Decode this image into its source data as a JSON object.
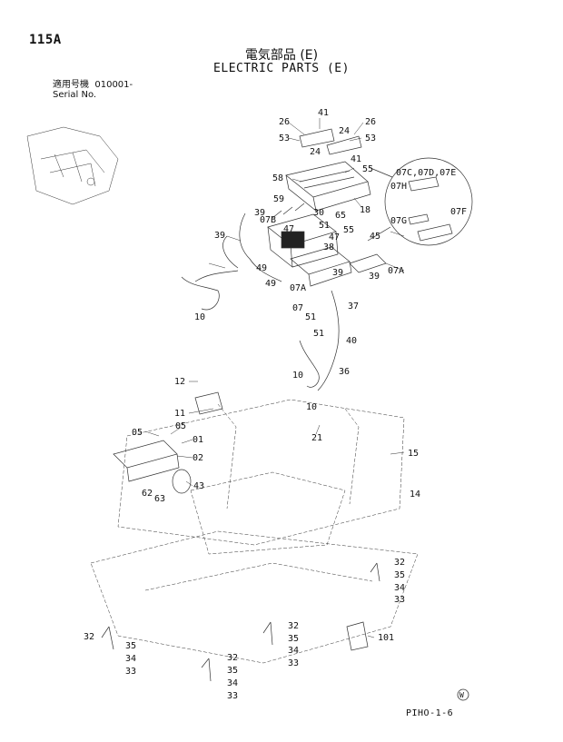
{
  "header": {
    "page_id": "115A",
    "title_jp": "電気部品 (E)",
    "title_en": "ELECTRIC PARTS (E)",
    "serial_label_jp": "適用号機",
    "serial_value": "010001-",
    "serial_label_en": "Serial No."
  },
  "footer": {
    "page_code": "PIHO-1-6",
    "mark": "W"
  },
  "callouts": [
    "41",
    "26",
    "26",
    "53",
    "53",
    "24",
    "24",
    "41",
    "55",
    "58",
    "18",
    "59",
    "30",
    "65",
    "39",
    "07B",
    "47",
    "51",
    "55",
    "45",
    "39",
    "38",
    "47",
    "39",
    "39",
    "07A",
    "49",
    "07A",
    "49",
    "07",
    "37",
    "10",
    "51",
    "51",
    "40",
    "10",
    "36",
    "10",
    "12",
    "11",
    "05",
    "05",
    "01",
    "02",
    "21",
    "15",
    "43",
    "62",
    "63",
    "14",
    "32",
    "35",
    "34",
    "33",
    "32",
    "35",
    "34",
    "33",
    "32",
    "35",
    "34",
    "33",
    "32",
    "35",
    "34",
    "33",
    "101",
    "07C,07D,07E",
    "07H",
    "07G",
    "07F"
  ]
}
